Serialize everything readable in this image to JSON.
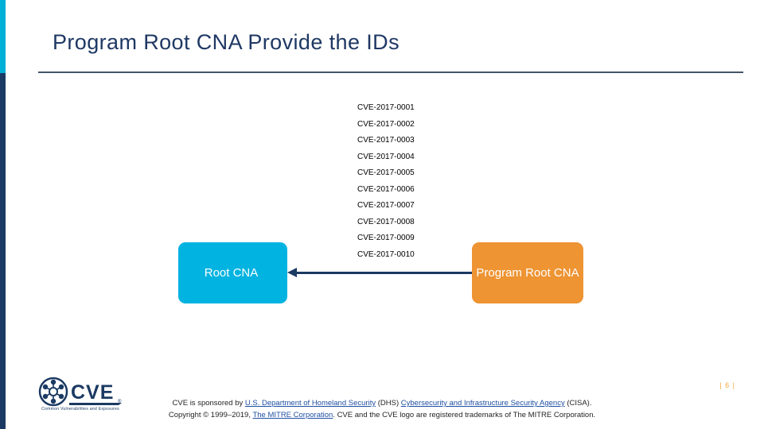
{
  "slide": {
    "title": "Program Root CNA Provide the IDs",
    "page_number": "| 6 |",
    "accent_cyan": "#00b3e0",
    "accent_orange": "#ee9433",
    "accent_navy": "#1b3a63"
  },
  "cve_ids": [
    "CVE-2017-0001",
    "CVE-2017-0002",
    "CVE-2017-0003",
    "CVE-2017-0004",
    "CVE-2017-0005",
    "CVE-2017-0006",
    "CVE-2017-0007",
    "CVE-2017-0008",
    "CVE-2017-0009",
    "CVE-2017-0010"
  ],
  "diagram": {
    "left_box_label": "Root CNA",
    "right_box_label": "Program Root CNA",
    "arrow_direction": "right-to-left"
  },
  "footer": {
    "line1_part1": "CVE is sponsored by ",
    "line1_link1": "U.S. Department of Homeland Security",
    "line1_part2": " (DHS) ",
    "line1_link2": "Cybersecurity and Infrastructure Security Agency",
    "line1_part3": " (CISA).",
    "line2_part1": "Copyright © 1999–2019, ",
    "line2_link1": "The MITRE Corporation",
    "line2_part2": ". CVE and the CVE logo are registered trademarks of The MITRE Corporation."
  },
  "logo": {
    "wordmark": "CVE",
    "tagline": "Common Vulnerabilities and Exposures",
    "registered": "®"
  }
}
